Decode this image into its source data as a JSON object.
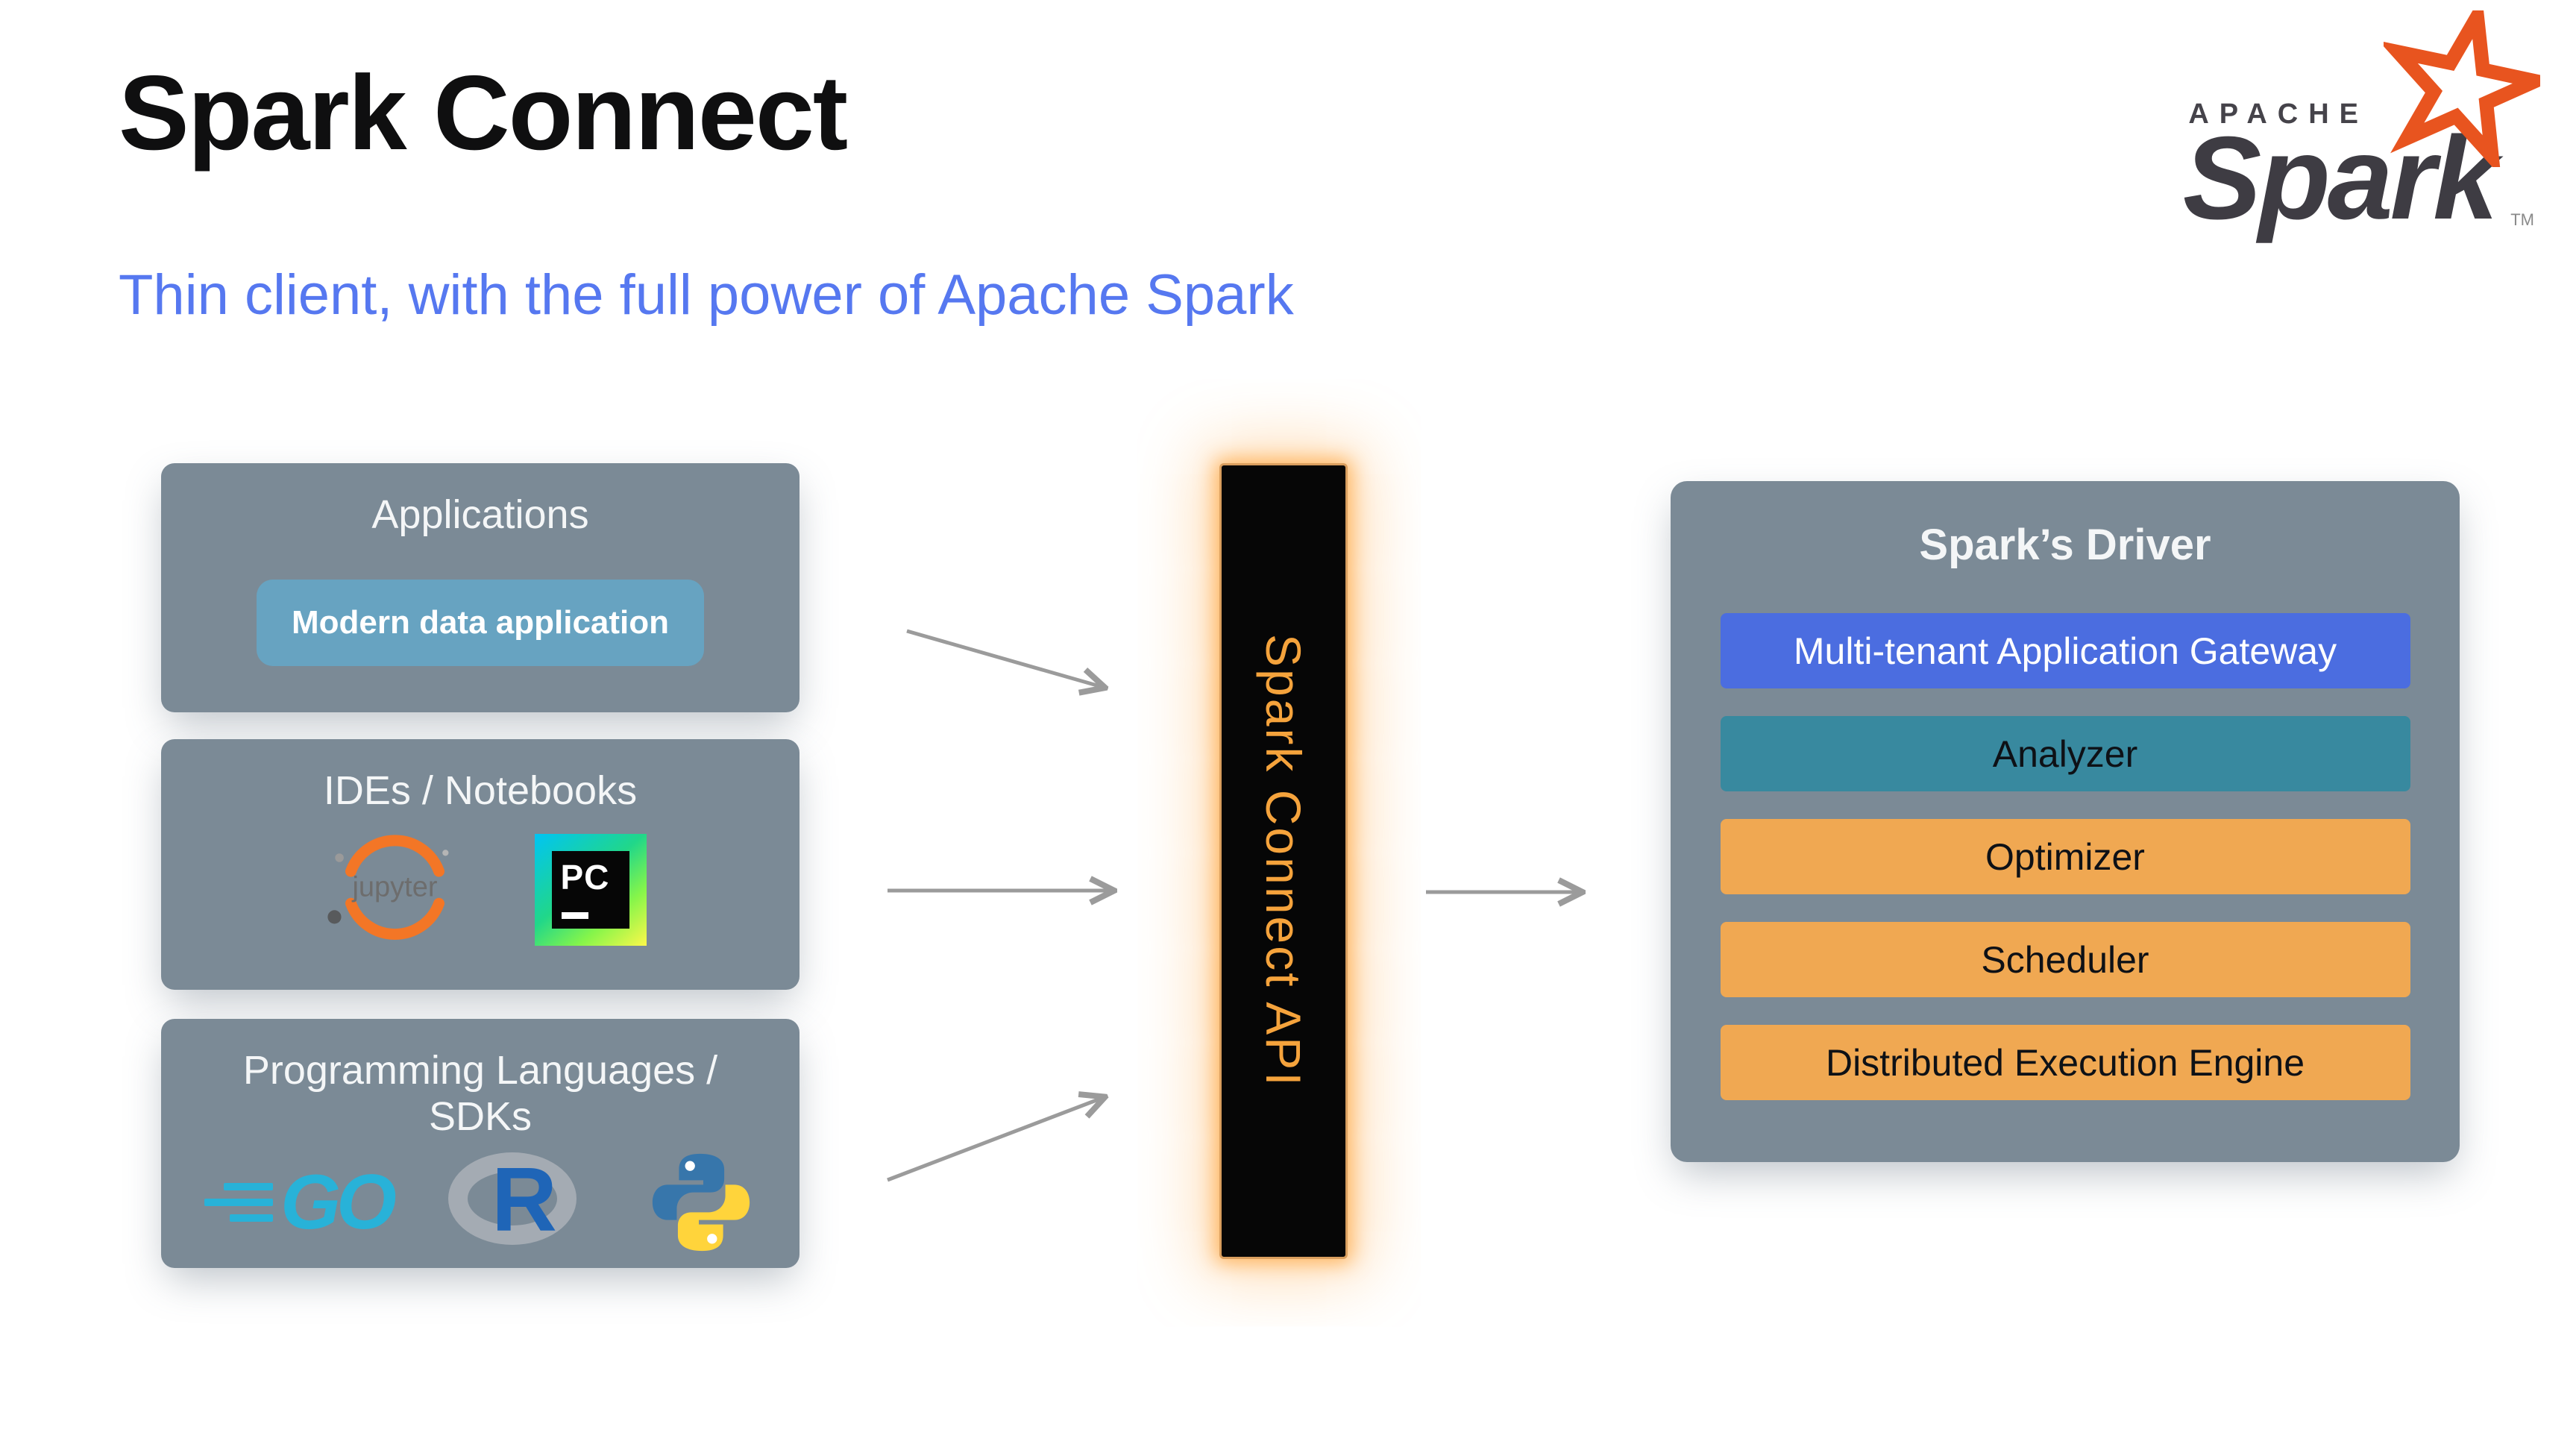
{
  "slide": {
    "title": "Spark Connect",
    "subtitle": "Thin client, with the full power of Apache Spark"
  },
  "logo": {
    "apache": "APACHE",
    "spark": "Spark",
    "tm": "TM"
  },
  "clients": [
    {
      "title": "Applications",
      "button": "Modern data application"
    },
    {
      "title": "IDEs / Notebooks",
      "tools": [
        "jupyter",
        "PyCharm"
      ]
    },
    {
      "title": "Programming Languages / SDKs",
      "languages": [
        "Go",
        "R",
        "Python"
      ]
    }
  ],
  "logos": {
    "jupyter_text": "jupyter",
    "pycharm_text": "PC",
    "go_text": "GO",
    "r_text": "R"
  },
  "connector": {
    "label": "Spark Connect API"
  },
  "driver": {
    "title": "Spark’s Driver",
    "components": [
      {
        "label": "Multi-tenant Application Gateway",
        "bg": "#4b6de0",
        "fg": "#ffffff"
      },
      {
        "label": "Analyzer",
        "bg": "#38899f",
        "fg": "#0e1116"
      },
      {
        "label": "Optimizer",
        "bg": "#f0a852",
        "fg": "#0e1116"
      },
      {
        "label": "Scheduler",
        "bg": "#f0a852",
        "fg": "#0e1116"
      },
      {
        "label": "Distributed Execution Engine",
        "bg": "#f0a852",
        "fg": "#0e1116"
      }
    ]
  },
  "icons": {
    "spark_star": "spark-star-icon",
    "jupyter": "jupyter-icon",
    "pycharm": "pycharm-icon",
    "go": "go-icon",
    "r": "r-icon",
    "python": "python-icon",
    "arrows": "flow-arrow"
  },
  "colors": {
    "panel_bg": "#7b8a96",
    "subtitle_text": "#5678f0",
    "app_button_bg": "#67a3c1",
    "connector_bg": "#060606",
    "connector_text": "#f5a33c",
    "connector_glow": "#ffa63d",
    "arrow": "#9b9b9b",
    "spark_orange": "#e8541f"
  }
}
